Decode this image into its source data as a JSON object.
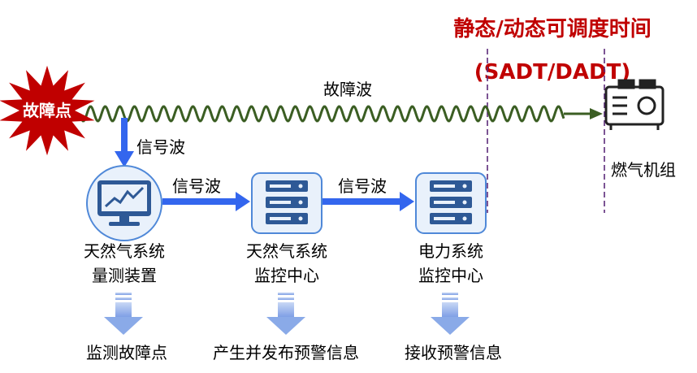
{
  "title": {
    "line1": "静态/动态可调度时间",
    "line2": "(SADT/DADT)",
    "color": "#c00000"
  },
  "fault_point": {
    "label": "故障点",
    "color": "#c00000"
  },
  "fault_wave": {
    "label": "故障波",
    "color": "#3b5e23"
  },
  "signal_wave": {
    "label": "信号波",
    "color": "#3366ee"
  },
  "generator": {
    "label": "燃气机组",
    "icon": "generator-icon"
  },
  "nodes": [
    {
      "line1": "天然气系统",
      "line2": "量测装置",
      "action": "监测故障点",
      "icon": "monitor-chart-icon"
    },
    {
      "line1": "天然气系统",
      "line2": "监控中心",
      "action": "产生并发布预警信息",
      "icon": "server-icon"
    },
    {
      "line1": "电力系统",
      "line2": "监控中心",
      "action": "接收预警信息",
      "icon": "server-icon"
    }
  ],
  "colors": {
    "node_fill": "#e9f1fb",
    "node_stroke": "#4f88d8",
    "icon_fill": "#2e5996",
    "down_arrow": "#8aaae8",
    "dash": "#5b2a7a"
  }
}
